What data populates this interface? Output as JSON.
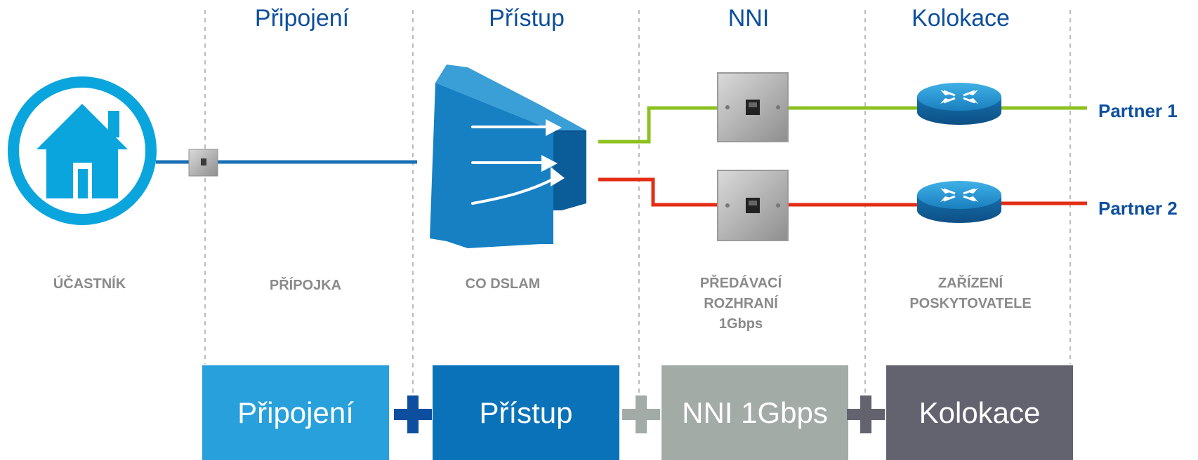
{
  "headers": [
    "Připojení",
    "Přístup",
    "NNI",
    "Kolokace"
  ],
  "captions": {
    "ucastnik": [
      "ÚČASTNÍK"
    ],
    "pripojka": [
      "PŘÍPOJKA"
    ],
    "dslam": [
      "CO DSLAM"
    ],
    "predavaci": [
      "PŘEDÁVACÍ",
      "ROZHRANÍ",
      "1Gbps"
    ],
    "zarizeni": [
      "ZAŘÍZENÍ",
      "POSKYTOVATELE"
    ]
  },
  "partners": [
    "Partner 1",
    "Partner 2"
  ],
  "boxes": [
    {
      "label": "Připojení",
      "color": "#27a0dc"
    },
    {
      "label": "Přístup",
      "color": "#0a72b8"
    },
    {
      "label": "NNI 1Gbps",
      "color": "#a2aba6"
    },
    {
      "label": "Kolokace",
      "color": "#636370"
    }
  ],
  "plus_colors": [
    "#0d4f9e",
    "#a2aba6",
    "#636370"
  ],
  "line_colors": {
    "blue": "#1a6fb5",
    "green": "#8cc11f",
    "red": "#e32c13"
  },
  "icons": [
    "home-icon",
    "wall-jack-icon",
    "dslam-icon",
    "router-icon"
  ]
}
